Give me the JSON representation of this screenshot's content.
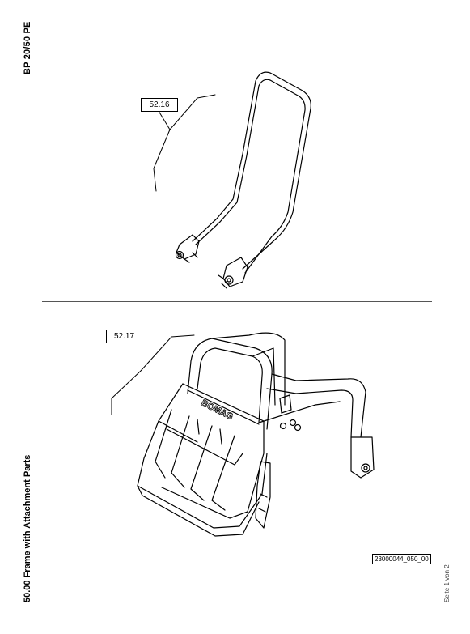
{
  "header": {
    "model": "BP 20/50 PE"
  },
  "footer": {
    "section": "50.00 Frame with Attachment Parts",
    "page": "Seite 1 von 2",
    "drawing_number": "23000044_050_00"
  },
  "figures": [
    {
      "callout": "52.16"
    },
    {
      "callout": "52.17",
      "brand_text": "BOMAG"
    }
  ]
}
